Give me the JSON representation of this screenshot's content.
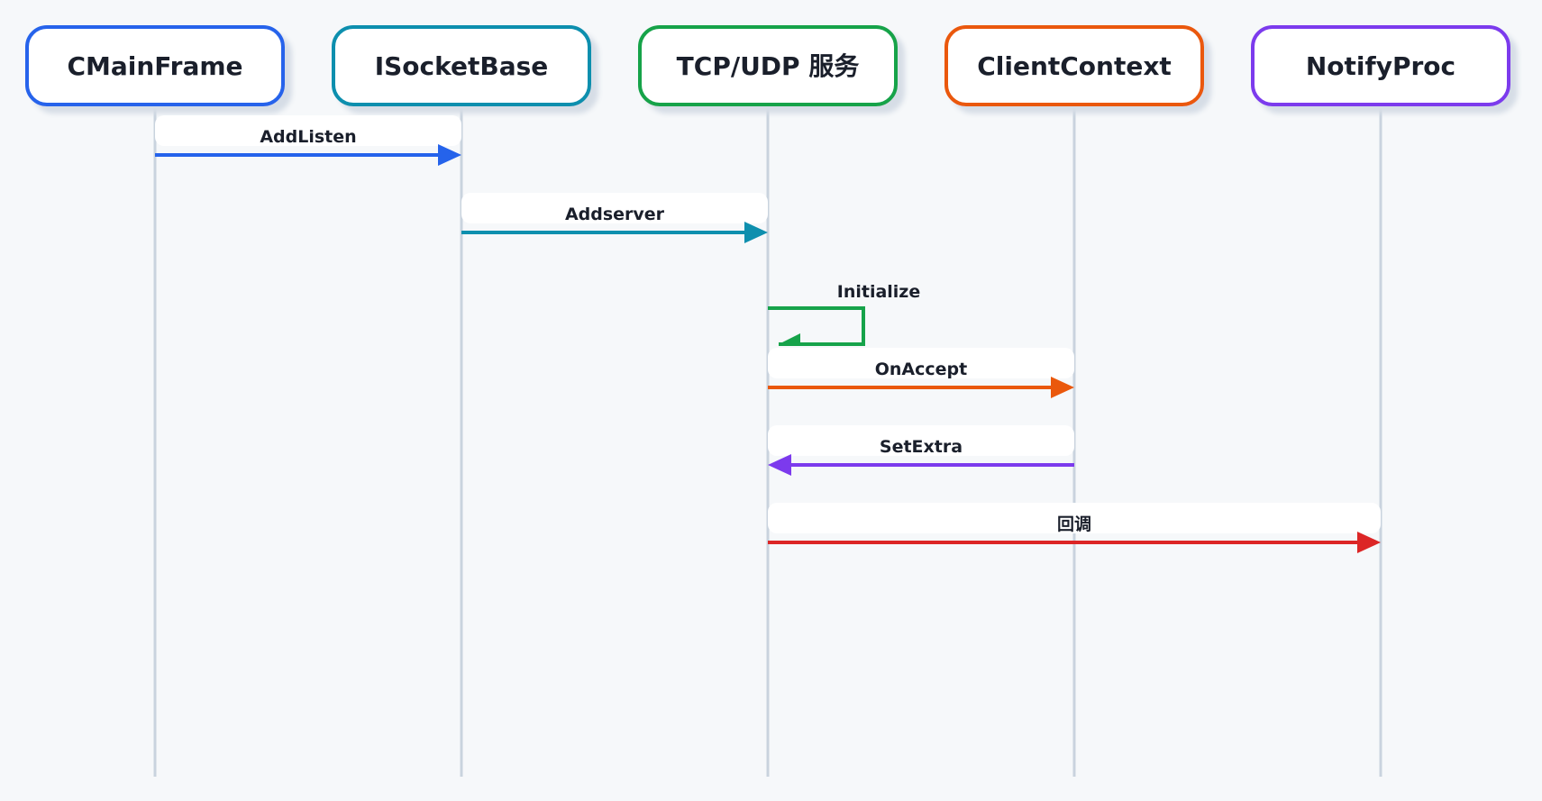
{
  "participants": [
    {
      "id": "cmainframe",
      "label": "CMainFrame",
      "color": "#2563eb"
    },
    {
      "id": "isocketbase",
      "label": "ISocketBase",
      "color": "#0e8fae"
    },
    {
      "id": "tcpudp",
      "label": "TCP/UDP 服务",
      "color": "#16a34a"
    },
    {
      "id": "clientcontext",
      "label": "ClientContext",
      "color": "#ea580c"
    },
    {
      "id": "notifyproc",
      "label": "NotifyProc",
      "color": "#7c3aed"
    }
  ],
  "messages": [
    {
      "label": "AddListen",
      "from": 0,
      "to": 1,
      "color": "#2563eb"
    },
    {
      "label": "Addserver",
      "from": 1,
      "to": 2,
      "color": "#0e8fae"
    },
    {
      "label": "Initialize",
      "from": 2,
      "to": 2,
      "color": "#16a34a",
      "self": true
    },
    {
      "label": "OnAccept",
      "from": 2,
      "to": 3,
      "color": "#ea580c"
    },
    {
      "label": "SetExtra",
      "from": 3,
      "to": 2,
      "color": "#7c3aed"
    },
    {
      "label": "回调",
      "from": 2,
      "to": 4,
      "color": "#dc2626"
    }
  ],
  "lifeline_color": "#c9d3de"
}
